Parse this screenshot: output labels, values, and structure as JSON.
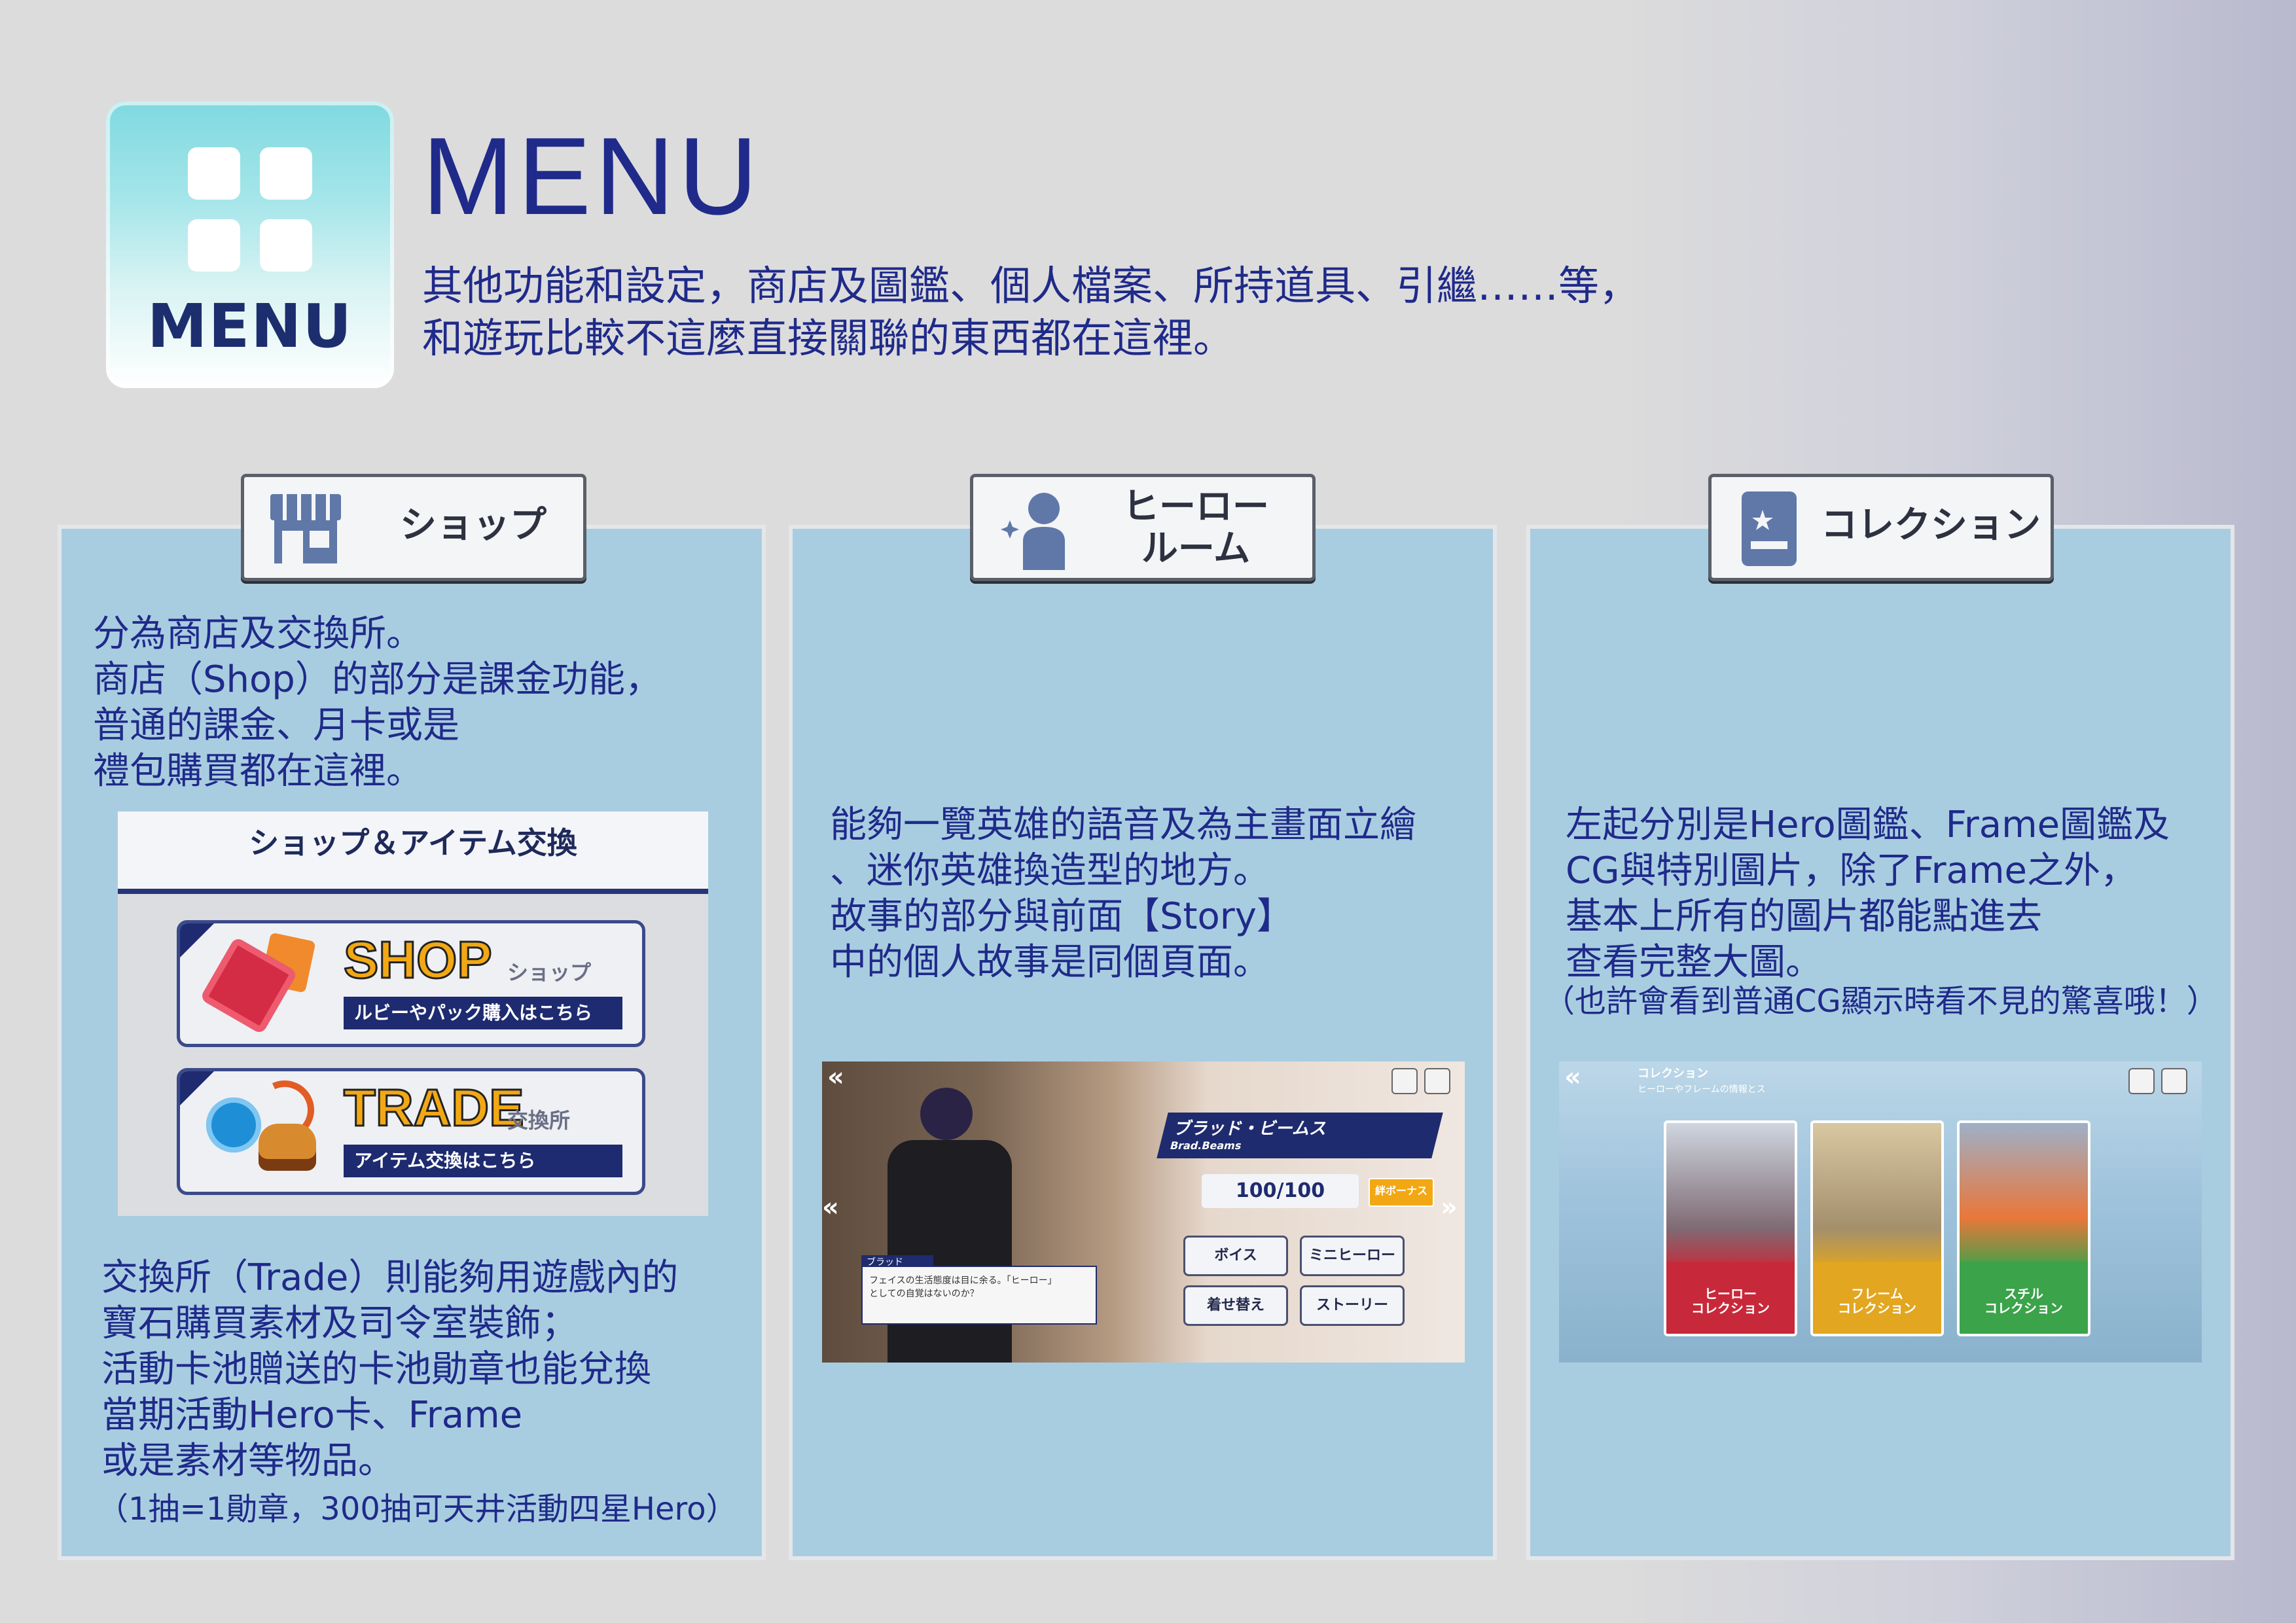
{
  "header": {
    "icon_label": "MENU",
    "title": "MENU",
    "desc_line1": "其他功能和設定，商店及圖鑑、個人檔案、所持道具、引繼……等，",
    "desc_line2": "和遊玩比較不這麼直接關聯的東西都在這裡。"
  },
  "shop": {
    "tab_label": "ショップ",
    "text_top": [
      "分為商店及交換所。",
      "商店（Shop）的部分是課金功能，",
      "普通的課金、月卡或是",
      "禮包購買都在這裡。"
    ],
    "graphic": {
      "header": "ショップ＆アイテム交換",
      "shop_big": "SHOP",
      "shop_small": "ショップ",
      "shop_bar": "ルビーやパック購入はこちら",
      "trade_big": "TRADE",
      "trade_small": "交換所",
      "trade_bar": "アイテム交換はこちら"
    },
    "text_bottom": [
      "交換所（Trade）則能夠用遊戲內的",
      "寶石購買素材及司令室裝飾；",
      "活動卡池贈送的卡池勛章也能兌換",
      "當期活動Hero卡、Frame",
      "或是素材等物品。"
    ],
    "note": "（1抽=1勛章，300抽可天井活動四星Hero）"
  },
  "hero_room": {
    "tab_label_1": "ヒーロー",
    "tab_label_2": "ルーム",
    "text": [
      "能夠一覽英雄的語音及為主畫面立繪",
      "、迷你英雄換造型的地方。",
      "故事的部分與前面【Story】",
      "中的個人故事是同個頁面。"
    ],
    "shot": {
      "name": "ブラッド・ビームス",
      "name_en": "Brad.Beams",
      "level": "100/100",
      "bond": "絆ボーナス",
      "voice": "ボイス",
      "mini_hero": "ミニヒーロー",
      "dressup": "着せ替え",
      "story": "ストーリー",
      "dialog_name": "ブラッド",
      "dialog_text": "フェイスの生活態度は目に余る。「ヒーロー」\nとしての自覚はないのか？"
    }
  },
  "collection": {
    "tab_label": "コレクション",
    "text": [
      "左起分別是Hero圖鑑、Frame圖鑑及",
      "CG與特別圖片，除了Frame之外，",
      "基本上所有的圖片都能點進去",
      "查看完整大圖。"
    ],
    "note": "（也許會看到普通CG顯示時看不見的驚喜哦！）",
    "shot": {
      "title": "コレクション",
      "subtitle": "ヒーローやフレームの情報とス",
      "card1": "ヒーロー\nコレクション",
      "card2": "フレーム\nコレクション",
      "card3": "スチル\nコレクション"
    }
  },
  "colors": {
    "panel_bg": "#a9cde0",
    "text": "#1f2a8a",
    "navy": "#1e2b6e",
    "accent_orange": "#f2a814"
  },
  "icons": [
    "menu-grid-icon",
    "shop-store-icon",
    "hero-person-icon",
    "collection-book-icon"
  ]
}
